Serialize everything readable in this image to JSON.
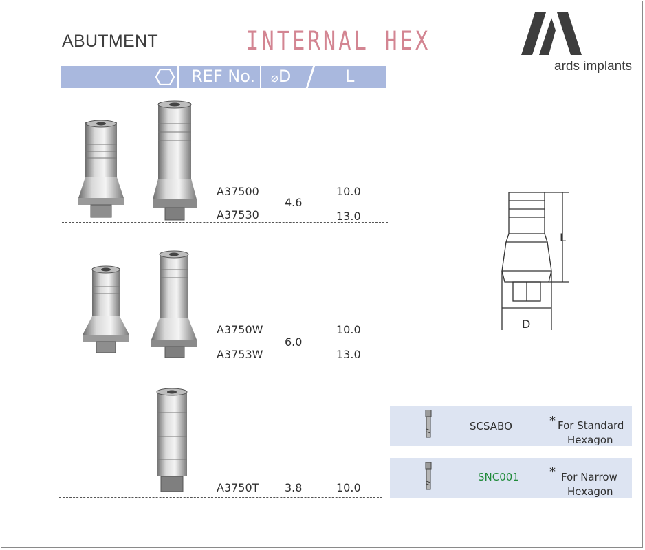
{
  "header": {
    "title": "ABUTMENT",
    "subtitle": "INTERNAL HEX"
  },
  "brand": {
    "name": "ards implants"
  },
  "table": {
    "columns": [
      "REF No.",
      "D",
      "L"
    ],
    "diameter_symbol": "⌀",
    "groups": [
      {
        "refs": [
          "A37500",
          "A37530"
        ],
        "diameter": "4.6",
        "lengths": [
          "10.0",
          "13.0"
        ]
      },
      {
        "refs": [
          "A3750W",
          "A3753W"
        ],
        "diameter": "6.0",
        "lengths": [
          "10.0",
          "13.0"
        ]
      },
      {
        "refs": [
          "A3750T"
        ],
        "diameter": "3.8",
        "lengths": [
          "10.0"
        ]
      }
    ]
  },
  "diagram": {
    "label_l": "L",
    "label_d": "D"
  },
  "screws": [
    {
      "code": "SCSABO",
      "star": "*",
      "note_line1": "For Standard",
      "note_line2": "Hexagon",
      "code_color": "#2f2f2f"
    },
    {
      "code": "SNC001",
      "star": "*",
      "note_line1": "For Narrow",
      "note_line2": "Hexagon",
      "code_color": "#1f8a3a"
    }
  ],
  "colors": {
    "header_bar": "#a9b8de",
    "subtitle": "#d38592",
    "screw_box": "#dde4f2"
  }
}
